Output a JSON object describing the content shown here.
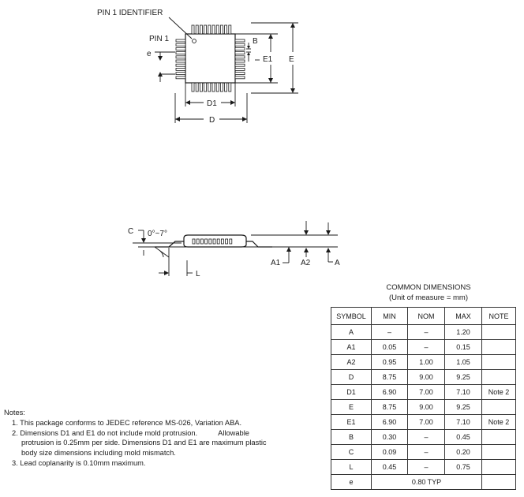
{
  "labels": {
    "pin1_identifier": "PIN 1 IDENTIFIER",
    "pin1": "PIN 1",
    "e": "e",
    "B": "B",
    "E1": "E1",
    "E": "E",
    "D1": "D1",
    "D": "D",
    "C": "C",
    "angle": "0°~7°",
    "L": "L",
    "A1": "A1",
    "A2": "A2",
    "A": "A"
  },
  "dimensions": {
    "caption_line1": "COMMON DIMENSIONS",
    "caption_line2": "(Unit of measure = mm)",
    "headers": [
      "SYMBOL",
      "MIN",
      "NOM",
      "MAX",
      "NOTE"
    ],
    "rows": [
      [
        "A",
        "–",
        "–",
        "1.20",
        ""
      ],
      [
        "A1",
        "0.05",
        "–",
        "0.15",
        ""
      ],
      [
        "A2",
        "0.95",
        "1.00",
        "1.05",
        ""
      ],
      [
        "D",
        "8.75",
        "9.00",
        "9.25",
        ""
      ],
      [
        "D1",
        "6.90",
        "7.00",
        "7.10",
        "Note 2"
      ],
      [
        "E",
        "8.75",
        "9.00",
        "9.25",
        ""
      ],
      [
        "E1",
        "6.90",
        "7.00",
        "7.10",
        "Note 2"
      ],
      [
        "B",
        "0.30",
        "–",
        "0.45",
        ""
      ],
      [
        "C",
        "0.09",
        "–",
        "0.20",
        ""
      ],
      [
        "L",
        "0.45",
        "–",
        "0.75",
        ""
      ]
    ],
    "typ_row": {
      "symbol": "e",
      "value": "0.80 TYP"
    }
  },
  "notes": {
    "heading": "Notes:",
    "items": [
      "1. This package conforms to JEDEC reference MS-026, Variation ABA.",
      "2. Dimensions D1 and E1 do not include mold protrusion.",
      "protrusion is 0.25mm per side. Dimensions D1 and E1 are maximum plastic body size dimensions including mold mismatch.",
      "3. Lead coplanarity is 0.10mm maximum."
    ],
    "allowable": "Allowable"
  }
}
